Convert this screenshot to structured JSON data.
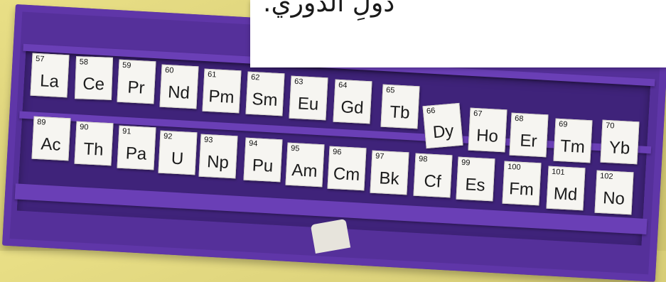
{
  "caption": "دولِ الدوري.",
  "row1": [
    {
      "num": "57",
      "sym": "La"
    },
    {
      "num": "58",
      "sym": "Ce"
    },
    {
      "num": "59",
      "sym": "Pr"
    },
    {
      "num": "60",
      "sym": "Nd"
    },
    {
      "num": "61",
      "sym": "Pm"
    },
    {
      "num": "62",
      "sym": "Sm"
    },
    {
      "num": "63",
      "sym": "Eu"
    },
    {
      "num": "64",
      "sym": "Gd"
    },
    {
      "num": "65",
      "sym": "Tb"
    },
    {
      "num": "66",
      "sym": "Dy"
    },
    {
      "num": "67",
      "sym": "Ho"
    },
    {
      "num": "68",
      "sym": "Er"
    },
    {
      "num": "69",
      "sym": "Tm"
    },
    {
      "num": "70",
      "sym": "Yb"
    }
  ],
  "row2": [
    {
      "num": "89",
      "sym": "Ac"
    },
    {
      "num": "90",
      "sym": "Th"
    },
    {
      "num": "91",
      "sym": "Pa"
    },
    {
      "num": "92",
      "sym": "U"
    },
    {
      "num": "93",
      "sym": "Np"
    },
    {
      "num": "94",
      "sym": "Pu"
    },
    {
      "num": "95",
      "sym": "Am"
    },
    {
      "num": "96",
      "sym": "Cm"
    },
    {
      "num": "97",
      "sym": "Bk"
    },
    {
      "num": "98",
      "sym": "Cf"
    },
    {
      "num": "99",
      "sym": "Es"
    },
    {
      "num": "100",
      "sym": "Fm"
    },
    {
      "num": "101",
      "sym": "Md"
    },
    {
      "num": "102",
      "sym": "No"
    }
  ]
}
